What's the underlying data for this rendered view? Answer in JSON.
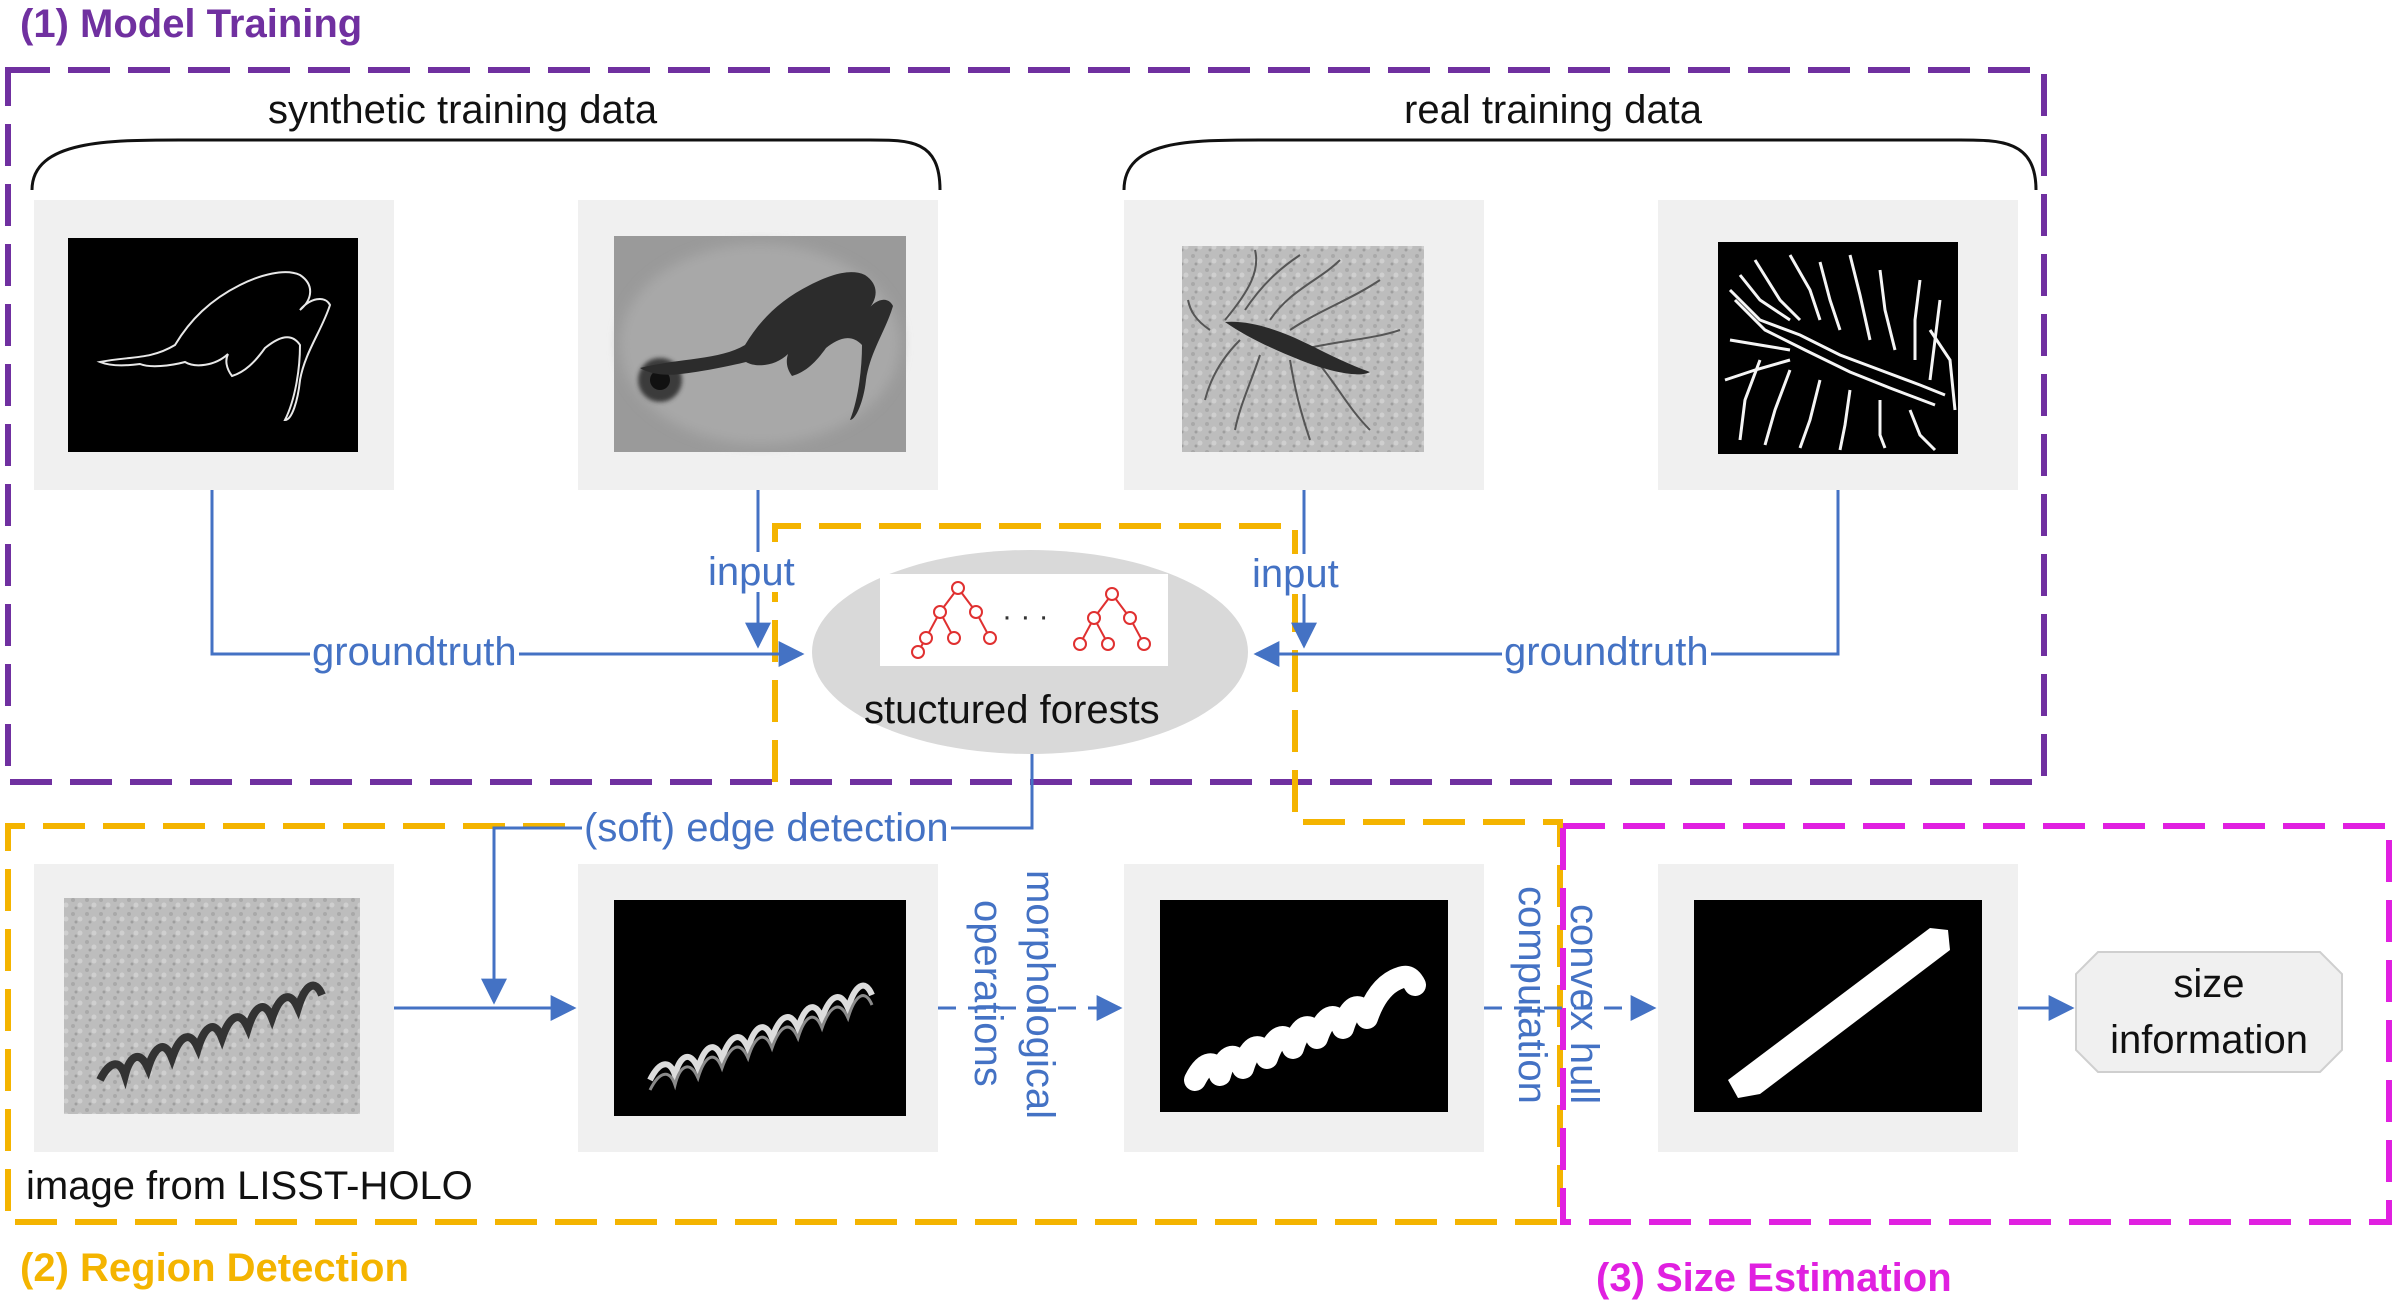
{
  "sections": {
    "model_training": {
      "title": "(1) Model Training",
      "color": "#7030a0"
    },
    "region_detection": {
      "title": "(2) Region Detection",
      "color": "#f4b400"
    },
    "size_estimation": {
      "title": "(3) Size Estimation",
      "color": "#e020e0"
    }
  },
  "brace_labels": {
    "synthetic": "synthetic training data",
    "real": "real training data"
  },
  "edge_labels": {
    "groundtruth_left": "groundtruth",
    "groundtruth_right": "groundtruth",
    "input_left": "input",
    "input_right": "input",
    "soft_edge": "(soft) edge detection",
    "morphological_line1": "morphological",
    "morphological_line2": "operations",
    "convex_line1": "convex hull",
    "convex_line2": "computation"
  },
  "nodes": {
    "forest": {
      "label": "stuctured forests",
      "ellipsis": "· · ·"
    },
    "source_image": {
      "caption": "image from LISST-HOLO"
    },
    "output": {
      "line1": "size",
      "line2": "information"
    }
  },
  "colors": {
    "arrow": "#4472c4",
    "panel_bg": "#f0f0f0",
    "tree": "#e03030",
    "ellipse": "#d9d9d9"
  }
}
